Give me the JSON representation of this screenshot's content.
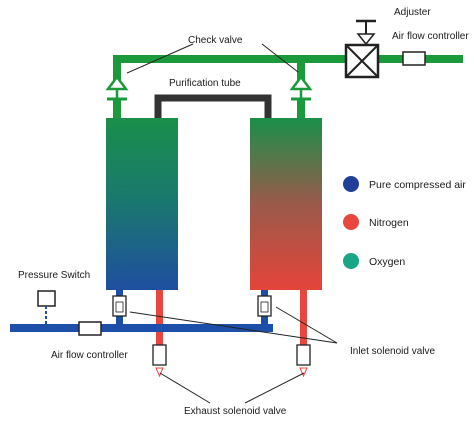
{
  "labels": {
    "adjuster": "Adjuster",
    "air_flow_controller_top": "Air flow controller",
    "check_valve": "Check valve",
    "purification_tube": "Purification tube",
    "pressure_switch": "Pressure Switch",
    "air_flow_controller_bottom": "Air flow controller",
    "inlet_solenoid_valve": "Inlet solenoid valve",
    "exhaust_solenoid_valve": "Exhaust solenoid valve"
  },
  "legend": [
    {
      "label": "Pure compressed air",
      "color": "#1f3f99"
    },
    {
      "label": "Nitrogen",
      "color": "#e8473f"
    },
    {
      "label": "Oxygen",
      "color": "#18a687"
    }
  ],
  "colors": {
    "pipe_green": "#1b9a3c",
    "pipe_blue": "#1e4fa8",
    "pipe_red": "#e8473f",
    "purification_tube": "#333333"
  }
}
